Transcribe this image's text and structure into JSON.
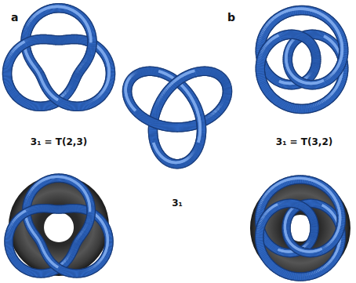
{
  "diagram": {
    "labels": [
      "a",
      "b",
      "3₁ = T(2,3)",
      "3₁",
      "3₁ = T(3,2)"
    ]
  }
}
